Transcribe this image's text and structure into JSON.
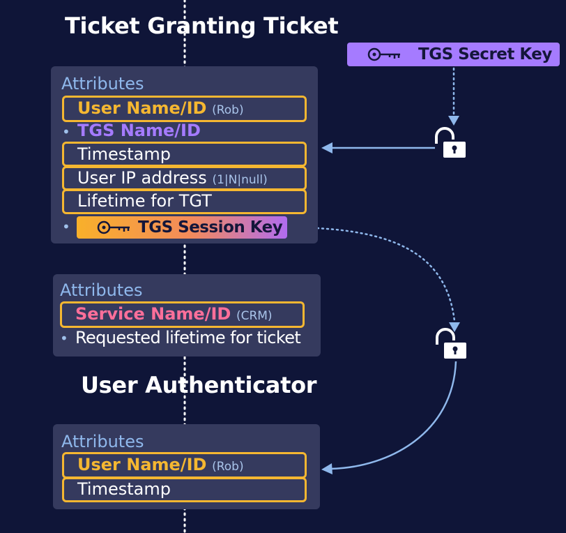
{
  "tgt": {
    "title": "Ticket Granting Ticket",
    "attributes_label": "Attributes",
    "rows": [
      {
        "main": "User Name/ID",
        "sub": "(Rob)"
      },
      {
        "main": "TGS Name/ID",
        "sub": ""
      },
      {
        "main": "Timestamp",
        "sub": ""
      },
      {
        "main": "User IP address",
        "sub": "(1|N|null)"
      },
      {
        "main": "Lifetime for TGT",
        "sub": ""
      }
    ],
    "session_key": "TGS Session Key"
  },
  "secret_key": {
    "label": "TGS Secret Key"
  },
  "service": {
    "attributes_label": "Attributes",
    "rows": [
      {
        "main": "Service Name/ID",
        "sub": "(CRM)"
      },
      {
        "main": "Requested lifetime for ticket",
        "sub": ""
      }
    ]
  },
  "authenticator": {
    "title": "User Authenticator",
    "attributes_label": "Attributes",
    "rows": [
      {
        "main": "User Name/ID",
        "sub": "(Rob)"
      },
      {
        "main": "Timestamp",
        "sub": ""
      }
    ]
  },
  "colors": {
    "background": "#0f1538",
    "panel": "#353a5e",
    "highlight": "#f5b731",
    "secret_key_pill": "#a57bff",
    "arrow": "#8fb8ec",
    "attributes_label": "#8fb8ec"
  },
  "icons": [
    "key-icon",
    "unlocked-padlock-icon",
    "arrow-icon"
  ]
}
